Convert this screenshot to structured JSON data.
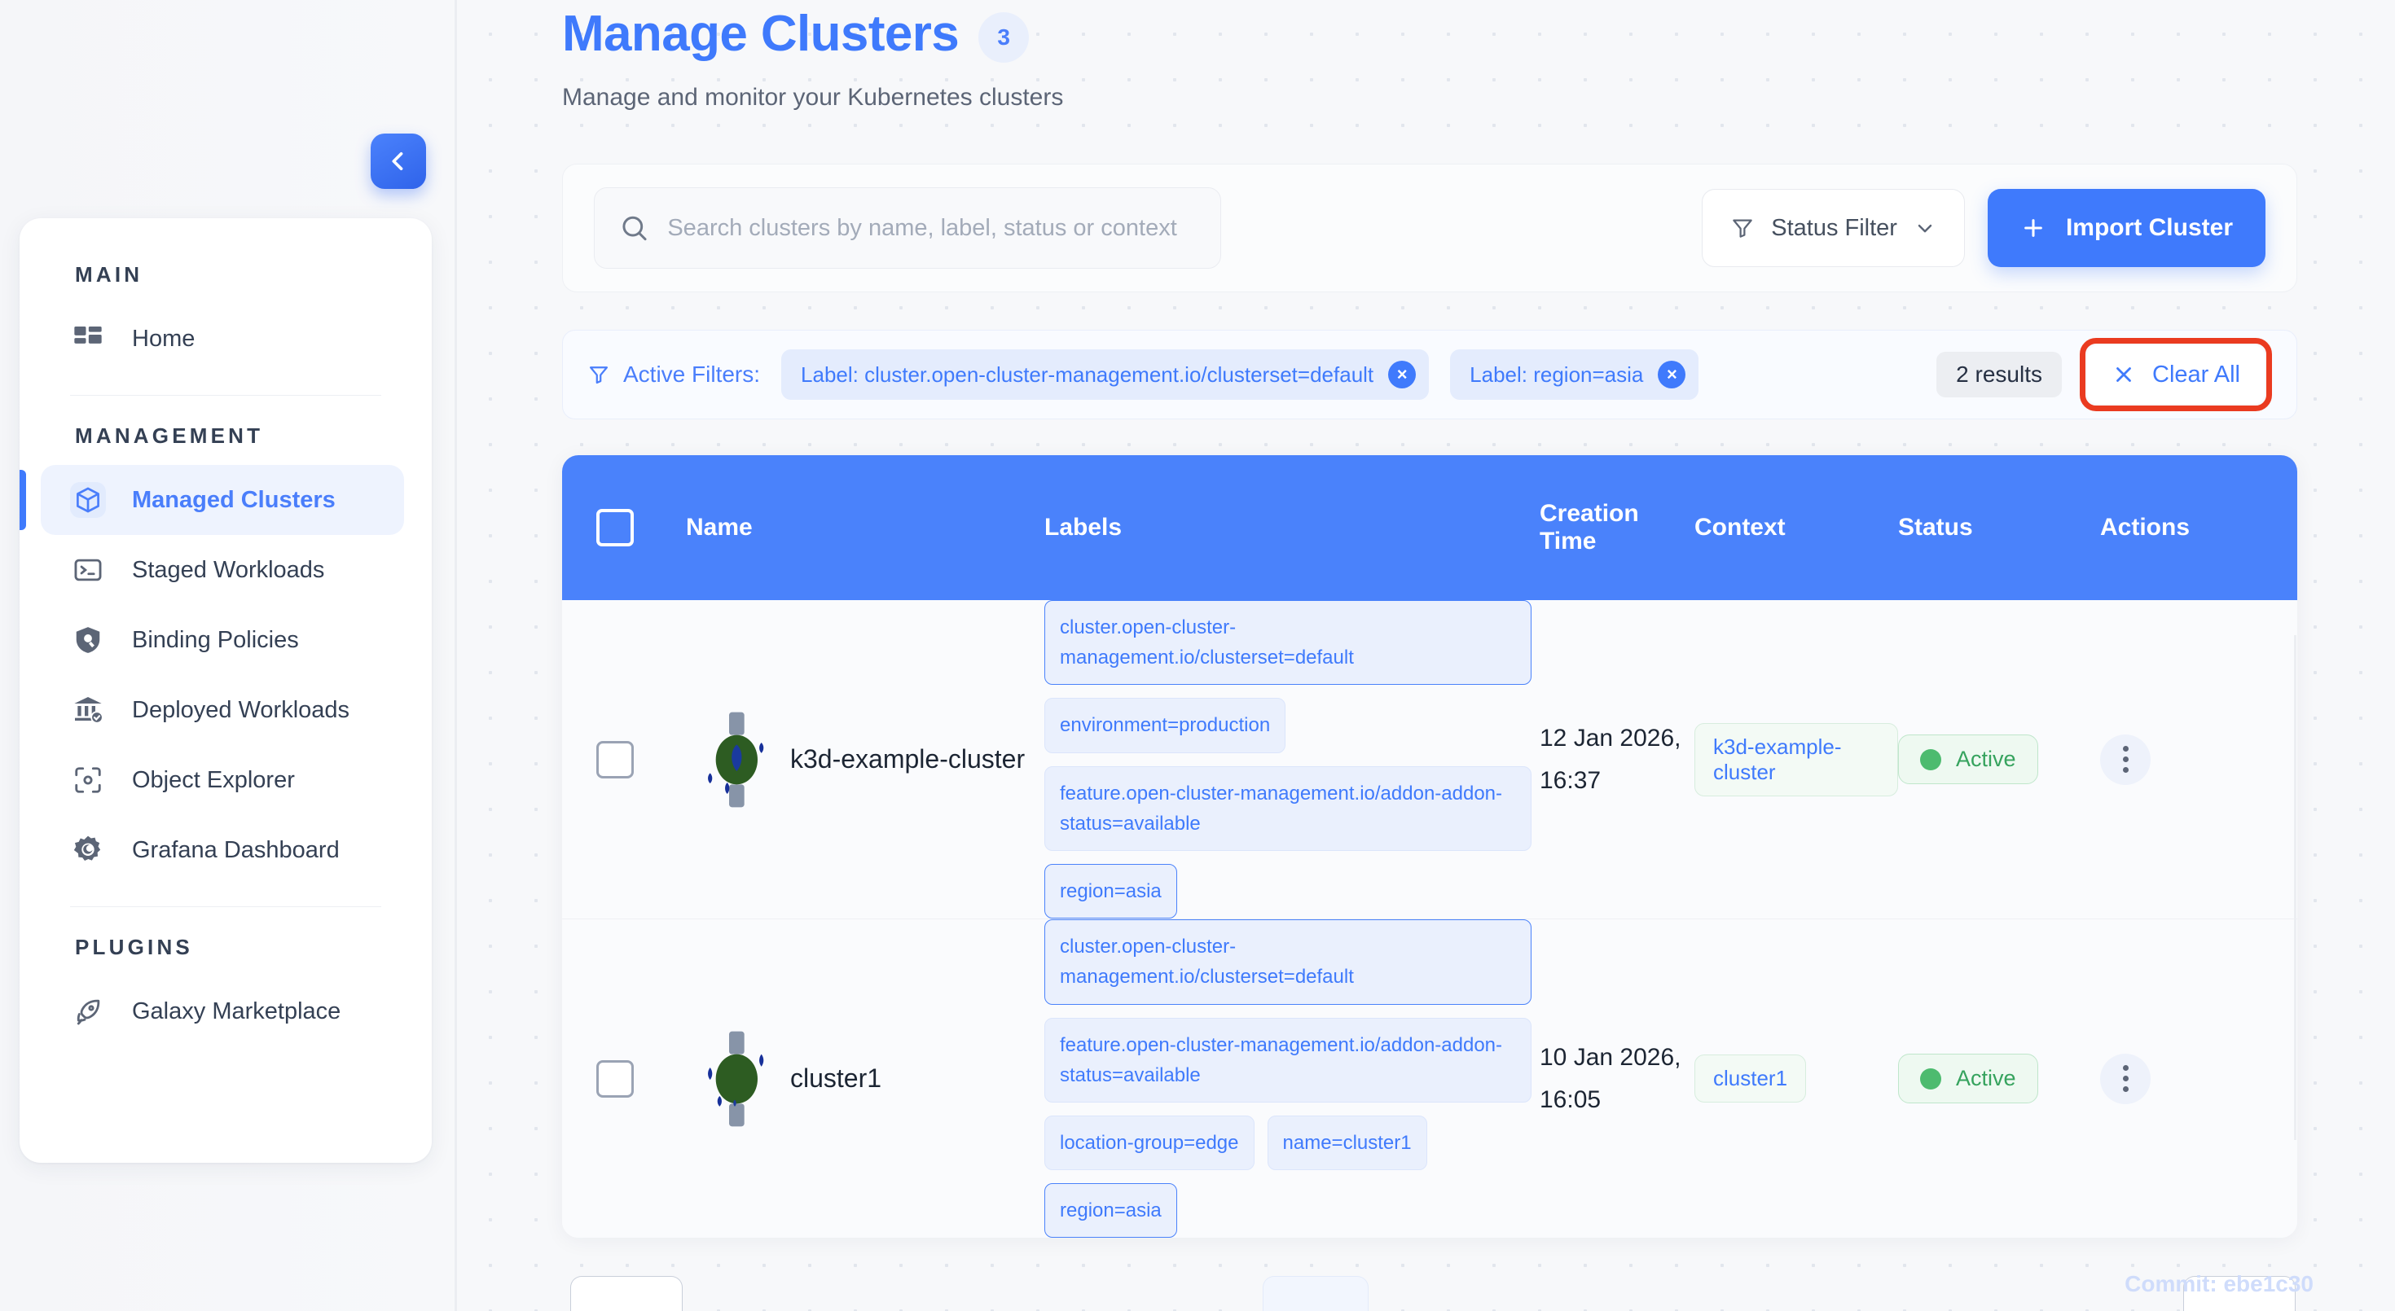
{
  "sidebar": {
    "sections": [
      {
        "label": "MAIN",
        "items": [
          {
            "label": "Home",
            "icon": "dashboard-grid-icon",
            "active": false
          }
        ]
      },
      {
        "label": "MANAGEMENT",
        "items": [
          {
            "label": "Managed Clusters",
            "icon": "cube-icon",
            "active": true
          },
          {
            "label": "Staged Workloads",
            "icon": "terminal-icon",
            "active": false
          },
          {
            "label": "Binding Policies",
            "icon": "shield-search-icon",
            "active": false
          },
          {
            "label": "Deployed Workloads",
            "icon": "bank-check-icon",
            "active": false
          },
          {
            "label": "Object Explorer",
            "icon": "scan-object-icon",
            "active": false
          },
          {
            "label": "Grafana Dashboard",
            "icon": "grafana-icon",
            "active": false
          }
        ]
      },
      {
        "label": "PLUGINS",
        "items": [
          {
            "label": "Galaxy Marketplace",
            "icon": "rocket-icon",
            "active": false
          }
        ]
      }
    ],
    "collapse_button": "collapse-sidebar"
  },
  "header": {
    "title": "Manage Clusters",
    "badge": "3",
    "subtitle": "Manage and monitor your Kubernetes clusters"
  },
  "toolbar": {
    "search_value": "",
    "search_placeholder": "Search clusters by name, label, status or context",
    "status_filter_label": "Status Filter",
    "import_button_label": "Import Cluster",
    "import_button_plus": "+"
  },
  "filters": {
    "label": "Active Filters:",
    "chips": [
      {
        "text": "Label: cluster.open-cluster-management.io/clusterset=default",
        "remove": "×"
      },
      {
        "text": "Label: region=asia",
        "remove": "×"
      }
    ],
    "results_text": "2 results",
    "clear_all_label": "Clear All",
    "clear_all_x": "✕",
    "highlight_color": "#ea3b20"
  },
  "table": {
    "columns": {
      "name": "Name",
      "labels": "Labels",
      "creation_time_line1": "Creation",
      "creation_time_line2": "Time",
      "context": "Context",
      "status": "Status",
      "actions": "Actions"
    },
    "rows": [
      {
        "name": "k3d-example-cluster",
        "labels": [
          "cluster.open-cluster-management.io/clusterset=default",
          "environment=production",
          "feature.open-cluster-management.io/addon-addon-status=available",
          "region=asia"
        ],
        "creation_time": "12 Jan 2026, 16:37",
        "context": "k3d-example-cluster",
        "status": "Active"
      },
      {
        "name": "cluster1",
        "labels": [
          "cluster.open-cluster-management.io/clusterset=default",
          "feature.open-cluster-management.io/addon-addon-status=available",
          "location-group=edge",
          "name=cluster1",
          "region=asia"
        ],
        "creation_time": "10 Jan 2026, 16:05",
        "context": "cluster1",
        "status": "Active"
      }
    ]
  },
  "footer": {
    "commit": "Commit: ebe1c30"
  },
  "colors": {
    "accent": "#3f7afc",
    "header_blue": "#4a82fb",
    "status_green": "#36a35e",
    "highlight_red": "#ea3b20"
  }
}
